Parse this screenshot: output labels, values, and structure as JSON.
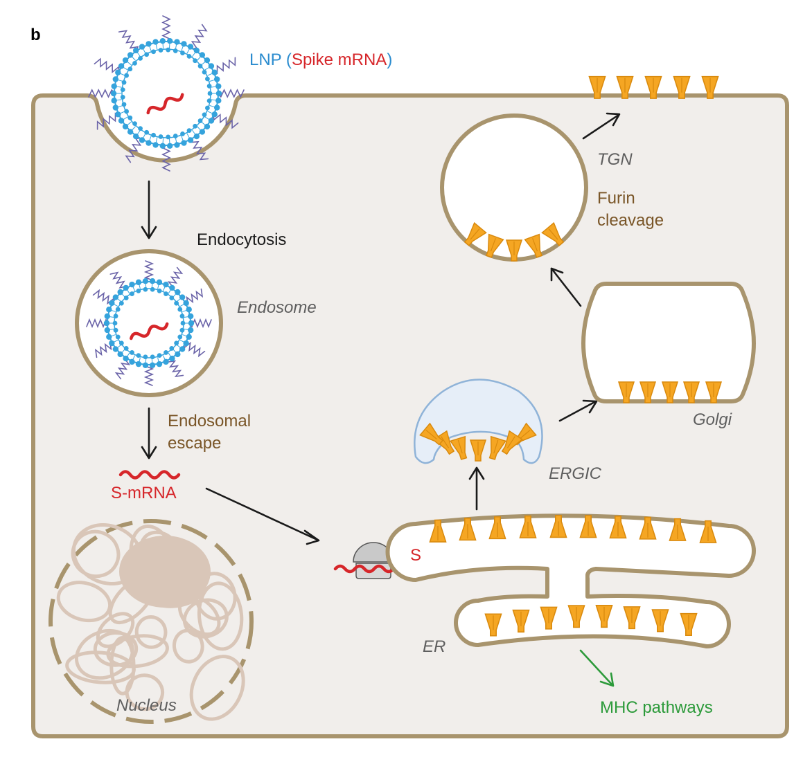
{
  "panel_letter": "b",
  "labels": {
    "lnp": "LNP",
    "lnp_paren_open": " (",
    "spike_mrna": "Spike mRNA",
    "lnp_paren_close": ")",
    "endocytosis": "Endocytosis",
    "endosome": "Endosome",
    "endosomal_escape_line1": "Endosomal",
    "endosomal_escape_line2": "escape",
    "s_mrna": "S-mRNA",
    "nucleus": "Nucleus",
    "s": "S",
    "er": "ER",
    "ergic": "ERGIC",
    "golgi": "Golgi",
    "tgn": "TGN",
    "furin_line1": "Furin",
    "furin_line2": "cleavage",
    "mhc": "MHC pathways"
  },
  "colors": {
    "cell_fill": "#f1eeeb",
    "membrane": "#a8946d",
    "spike": "#f5a623",
    "spike_stroke": "#d98a0e",
    "rna": "#d6262a",
    "lipid": "#35a3dc",
    "peg": "#6a63a8",
    "nucleus_dna": "#d9c6b8",
    "ergic_membrane": "#8fb3d8",
    "mhc_arrow": "#2c9a3a"
  }
}
